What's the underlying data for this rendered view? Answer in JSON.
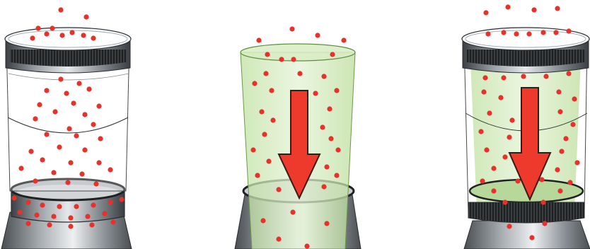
{
  "diagram": {
    "panels": [
      {
        "id": "panel-1",
        "subject": "open-cylinder-over-funnel",
        "has_arrow": false,
        "has_green_flow": false
      },
      {
        "id": "panel-2",
        "subject": "green-flow-into-funnel",
        "has_arrow": true,
        "has_green_flow": true
      },
      {
        "id": "panel-3",
        "subject": "cylinder-with-green-flow-into-funnel",
        "has_arrow": true,
        "has_green_flow": true
      }
    ],
    "colors": {
      "particle": "#e8312b",
      "arrow": "#ee3a2c",
      "arrow_outline": "#3a1a14",
      "green_flow": "#cfe8b4",
      "metal_dark": "#5a5f63",
      "metal_light": "#dfe3e6",
      "outline": "#222222"
    },
    "icons": [
      "particle-dot",
      "down-arrow",
      "knurled-ring"
    ]
  }
}
